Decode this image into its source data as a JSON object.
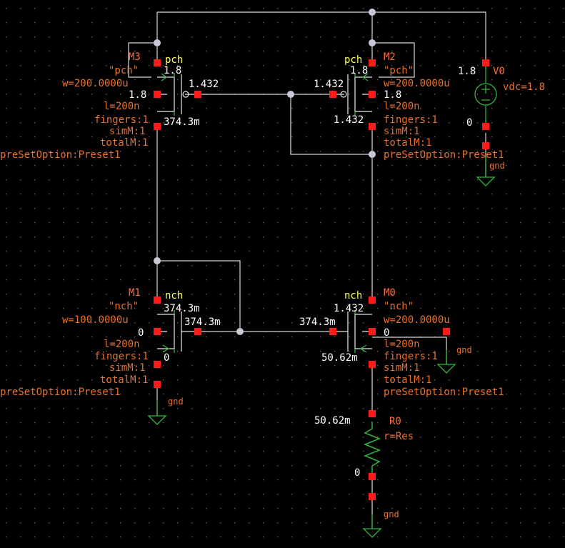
{
  "colors": {
    "background": "#000000",
    "wire": "#d9d9d9",
    "pin": "#ff1a1a",
    "instance_name": "#ff6a3c",
    "parameter": "#e8702a",
    "model": "#ffff66",
    "voltage_annotation": "#ffffff",
    "device_symbol": "#2fb83a"
  },
  "devices": {
    "M3": {
      "name": "M3",
      "model": "pch",
      "cell": "\"pch\"",
      "w": "w=200.0000u",
      "l": "l=200n",
      "fingers": "fingers:1",
      "simM": "simM:1",
      "totalM": "totalM:1",
      "preset": "preSetOption:Preset1",
      "v_bulk": "1.8",
      "v_source": "1.8",
      "v_gate": "1.432",
      "v_drain": "374.3m"
    },
    "M2": {
      "name": "M2",
      "model": "pch",
      "cell": "\"pch\"",
      "w": "w=200.0000u",
      "l": "l=200n",
      "fingers": "fingers:1",
      "simM": "simM:1",
      "totalM": "totalM:1",
      "preset": "preSetOption:Preset1",
      "v_bulk": "1.8",
      "v_source": "1.8",
      "v_gate": "1.432",
      "v_drain": "1.432"
    },
    "M1": {
      "name": "M1",
      "model": "nch",
      "cell": "\"nch\"",
      "w": "w=100.0000u",
      "l": "l=200n",
      "fingers": "fingers:1",
      "simM": "simM:1",
      "totalM": "totalM:1",
      "preset": "preSetOption:Preset1",
      "v_drain": "374.3m",
      "v_gate": "374.3m",
      "v_bulk": "0",
      "v_source": "0"
    },
    "M0": {
      "name": "M0",
      "model": "nch",
      "cell": "\"nch\"",
      "w": "w=200.0000u",
      "l": "l=200n",
      "fingers": "fingers:1",
      "simM": "simM:1",
      "totalM": "totalM:1",
      "preset": "preSetOption:Preset1",
      "v_drain": "1.432",
      "v_gate": "374.3m",
      "v_bulk": "0",
      "v_source": "50.62m"
    },
    "V0": {
      "name": "V0",
      "param": "vdc=1.8",
      "v_plus": "1.8",
      "v_minus": "0"
    },
    "R0": {
      "name": "R0",
      "param": "r=Res",
      "v_top": "50.62m",
      "v_bottom": "0"
    }
  },
  "gnd_label": "gnd",
  "icons": [
    "pmos-transistor-icon",
    "nmos-transistor-icon",
    "dc-voltage-source-icon",
    "resistor-icon",
    "ground-icon"
  ]
}
